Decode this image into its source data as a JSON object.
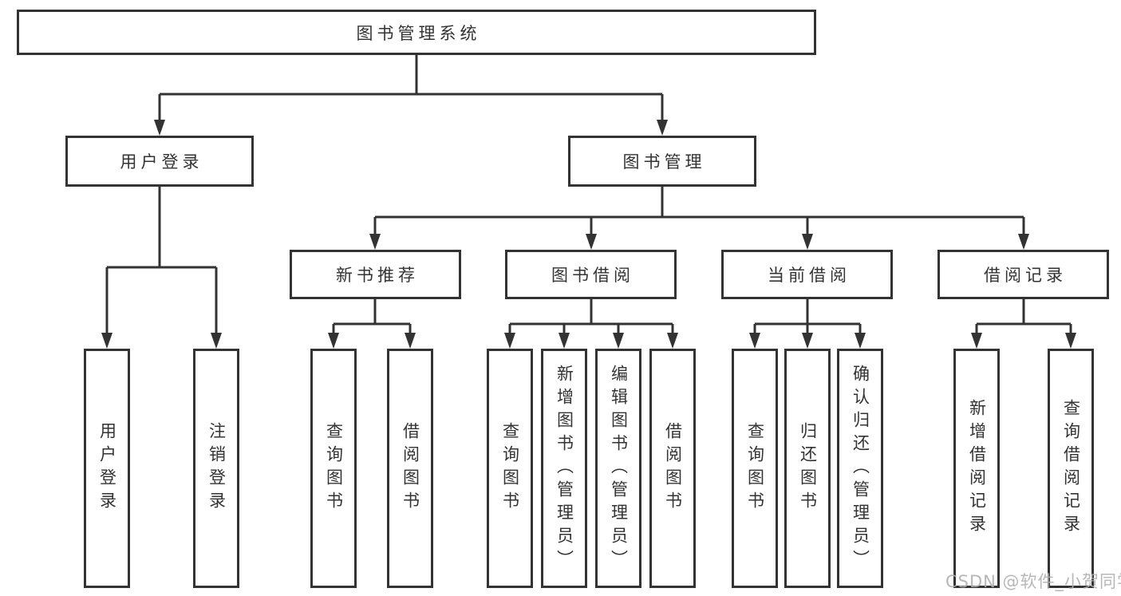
{
  "diagram": {
    "watermark": "CSDN @软件_小贺同学",
    "colors": {
      "line": "#333333",
      "box_border": "#333333",
      "text": "#333333",
      "background": "#ffffff",
      "watermark": "#afafaf"
    },
    "root": {
      "label": "图书管理系统"
    },
    "branches": [
      {
        "label": "用户登录",
        "children": [
          "用户登录",
          "注销登录"
        ]
      },
      {
        "label": "图书管理",
        "children": [
          {
            "label": "新书推荐",
            "children": [
              "查询图书",
              "借阅图书"
            ]
          },
          {
            "label": "图书借阅",
            "children": [
              "查询图书",
              "新增图书（管理员）",
              "编辑图书（管理员）",
              "借阅图书"
            ]
          },
          {
            "label": "当前借阅",
            "children": [
              "查询图书",
              "归还图书",
              "确认归还（管理员）"
            ]
          },
          {
            "label": "借阅记录",
            "children": [
              "新增借阅记录",
              "查询借阅记录"
            ]
          }
        ]
      }
    ]
  }
}
